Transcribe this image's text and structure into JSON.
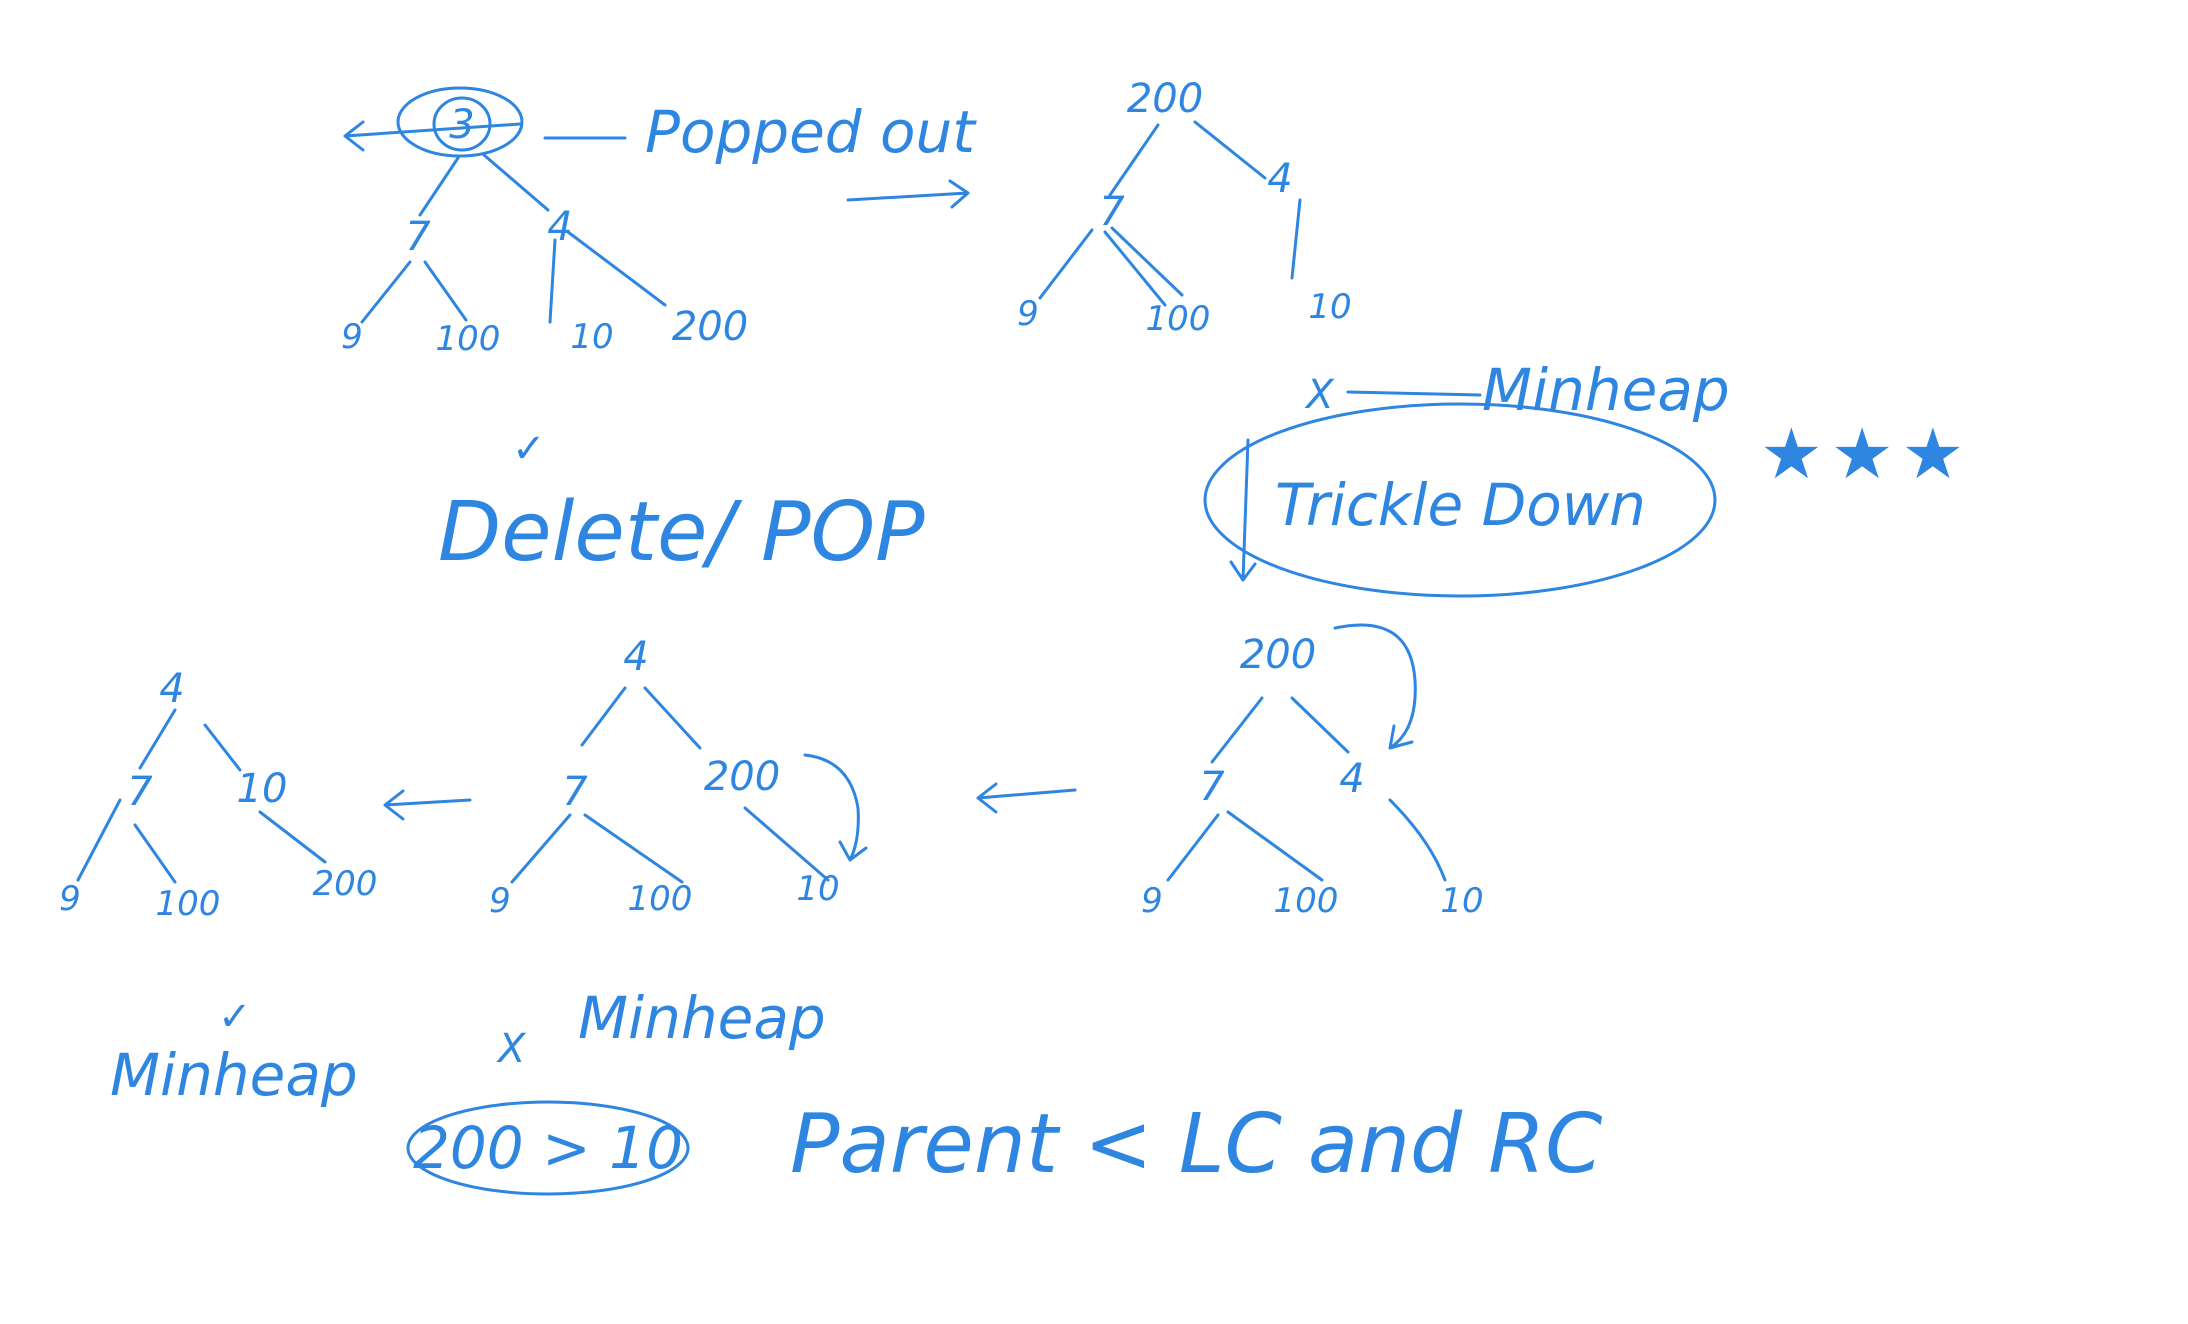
{
  "notes": {
    "popped_out": "Popped out",
    "delete_pop": "Delete/ POP",
    "minheap_top": "Minheap",
    "trickle_down": "Trickle Down",
    "stars": "★★★",
    "minheap_mid": "Minheap",
    "minheap_bottom": "Minheap",
    "comparison": "200 > 10",
    "rule": "Parent < LC and RC",
    "check_mark": "✓",
    "cross_mark": "X"
  },
  "trees": {
    "tree1": {
      "root": "3",
      "l": "7",
      "r": "4",
      "ll": "9",
      "lr": "100",
      "rl": "10",
      "rr": "200"
    },
    "tree2": {
      "root": "200",
      "l": "7",
      "r": "4",
      "ll": "9",
      "lr": "100",
      "rl": "10"
    },
    "tree3": {
      "root": "200",
      "l": "7",
      "r": "4",
      "ll": "9",
      "lr": "100",
      "rl": "10"
    },
    "tree4": {
      "root": "4",
      "l": "7",
      "r": "200",
      "ll": "9",
      "lr": "100",
      "rl": "10"
    },
    "tree5": {
      "root": "4",
      "l": "7",
      "r": "10",
      "ll": "9",
      "lr": "100",
      "rl": "200"
    }
  },
  "colors": {
    "ink": "#2e86e0",
    "background": "#ffffff"
  }
}
